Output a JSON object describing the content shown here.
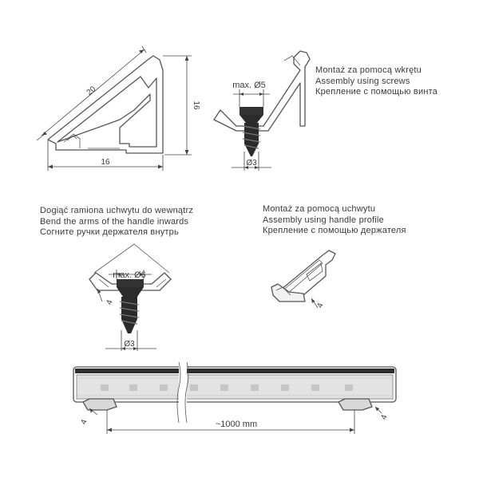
{
  "captions": {
    "screw": {
      "pl": "Montaż za pomocą wkrętu",
      "en": "Assembly using screws",
      "ru": "Крепление с помощью винта"
    },
    "bend": {
      "pl": "Dogiąć ramiona uchwytu do wewnątrz",
      "en": "Bend the arms of  the handle inwards",
      "ru": "Согните ручки держателя внутрь"
    },
    "handle": {
      "pl": "Montaż za pomocą uchwytu",
      "en": "Assembly using handle profile",
      "ru": "Крепление с помощью держателя"
    }
  },
  "dimensions": {
    "profile_width": "16",
    "profile_height": "16",
    "profile_diagonal": "20",
    "screw_head_max": "max. Ø5",
    "screw_shank": "Ø3",
    "bend_head_max": "max. Ø6",
    "bend_shank": "Ø3",
    "length": "~1000 mm",
    "arrow_small": "4"
  },
  "colors": {
    "line": "#555555",
    "text": "#3a3a3a",
    "screw": "#2b2b2b",
    "profile_fill": "#e6e6e6",
    "diffuser": "#c9c9c9"
  }
}
